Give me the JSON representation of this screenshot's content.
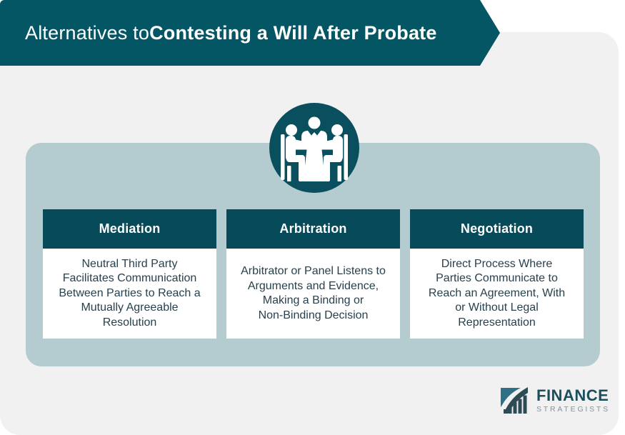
{
  "title": {
    "regular": "Alternatives to ",
    "bold": "Contesting a Will After Probate"
  },
  "icon": {
    "name": "meeting-discussion-icon"
  },
  "cards": [
    {
      "title": "Mediation",
      "body": "Neutral Third Party\nFacilitates Communication\nBetween Parties to Reach a\nMutually Agreeable\nResolution"
    },
    {
      "title": "Arbitration",
      "body": "Arbitrator or Panel Listens to\nArguments and Evidence,\nMaking a Binding or\nNon-Binding Decision"
    },
    {
      "title": "Negotiation",
      "body": "Direct Process Where\nParties Communicate to\nReach an Agreement, With\nor Without Legal\nRepresentation"
    }
  ],
  "logo": {
    "name": "FINANCE",
    "subname": "STRATEGISTS"
  },
  "colors": {
    "banner_teal": "#05566A",
    "card_header_teal": "#074B5A",
    "circle_teal": "#0A4F5E",
    "panel_blue_gray": "#B4CBCF",
    "background_gray": "#F1F1F2",
    "body_text": "#27414E",
    "logo_teal": "#1D4E5C",
    "logo_gray": "#83929C"
  }
}
